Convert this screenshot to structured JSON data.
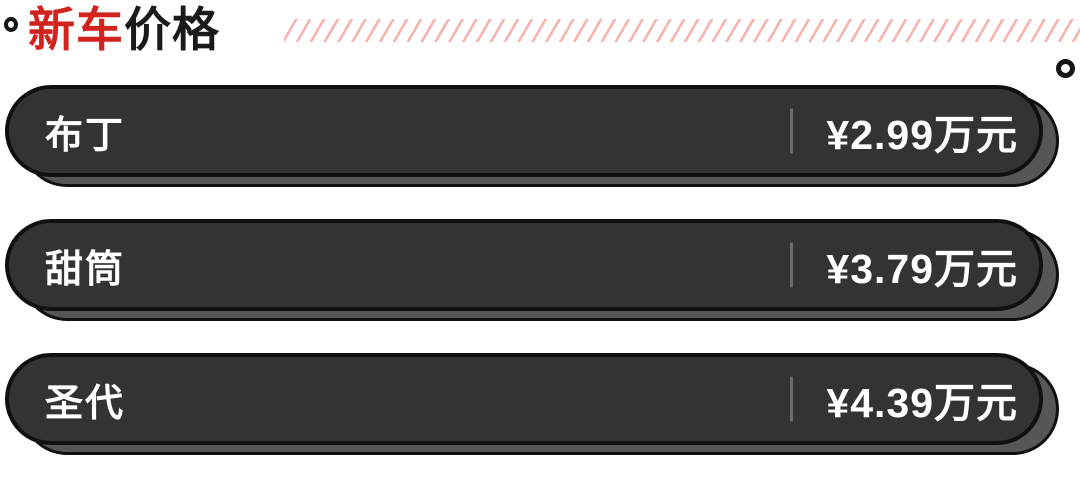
{
  "header": {
    "title": {
      "highlight": "新车",
      "rest": "价格"
    },
    "decor": {
      "left_ring_icon": "ring-icon",
      "right_ring_icon": "ring-icon",
      "stripe_color": "#f7b4af"
    }
  },
  "colors": {
    "accent_red": "#d2241f",
    "title_black": "#1a1a1a",
    "bar_fill": "#333333",
    "bar_border": "#101010",
    "bar_shadow_fill": "#565656",
    "divider_gray": "#6b6b6b",
    "text_on_bar": "#ffffff",
    "background": "#ffffff"
  },
  "chart_data": {
    "type": "table",
    "title": "新车价格",
    "rows": [
      {
        "model": "布丁",
        "price": "¥2.99万元"
      },
      {
        "model": "甜筒",
        "price": "¥3.79万元"
      },
      {
        "model": "圣代",
        "price": "¥4.39万元"
      }
    ]
  }
}
